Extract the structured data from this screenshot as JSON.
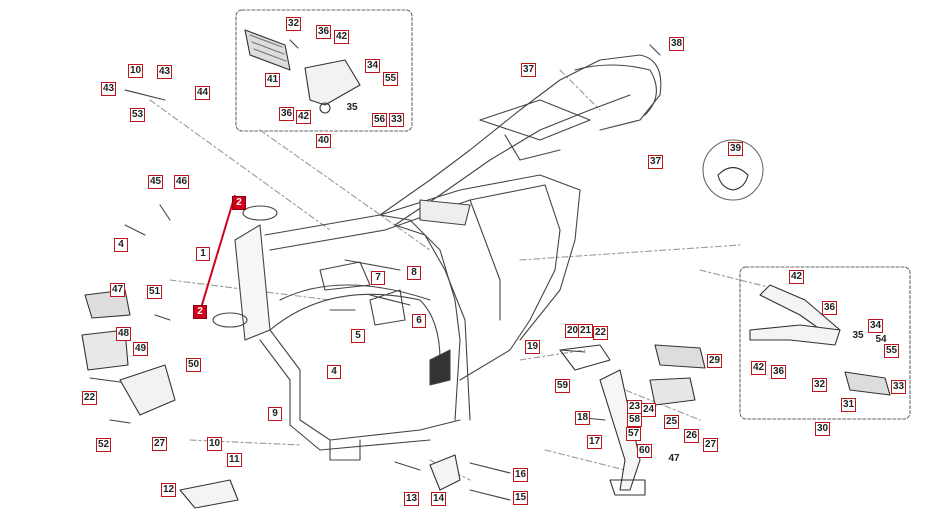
{
  "diagram": {
    "title": "",
    "callouts": [
      {
        "id": "c32a",
        "text": "32"
      },
      {
        "id": "c36a",
        "text": "36"
      },
      {
        "id": "c42a",
        "text": "42"
      },
      {
        "id": "c41",
        "text": "41"
      },
      {
        "id": "c34a",
        "text": "34"
      },
      {
        "id": "c55a",
        "text": "55"
      },
      {
        "id": "c36b",
        "text": "36"
      },
      {
        "id": "c42b",
        "text": "42"
      },
      {
        "id": "c35a",
        "text": "35"
      },
      {
        "id": "c56",
        "text": "56"
      },
      {
        "id": "c33a",
        "text": "33"
      },
      {
        "id": "c40",
        "text": "40"
      },
      {
        "id": "c10a",
        "text": "10"
      },
      {
        "id": "c43a",
        "text": "43"
      },
      {
        "id": "c43b",
        "text": "43"
      },
      {
        "id": "c44",
        "text": "44"
      },
      {
        "id": "c53",
        "text": "53"
      },
      {
        "id": "c37a",
        "text": "37"
      },
      {
        "id": "c38",
        "text": "38"
      },
      {
        "id": "c37b",
        "text": "37"
      },
      {
        "id": "c39",
        "text": "39"
      },
      {
        "id": "c45",
        "text": "45"
      },
      {
        "id": "c46",
        "text": "46"
      },
      {
        "id": "c2a",
        "text": "2"
      },
      {
        "id": "c4a",
        "text": "4"
      },
      {
        "id": "c1",
        "text": "1"
      },
      {
        "id": "c7",
        "text": "7"
      },
      {
        "id": "c8",
        "text": "8"
      },
      {
        "id": "c47a",
        "text": "47"
      },
      {
        "id": "c51",
        "text": "51"
      },
      {
        "id": "c2b",
        "text": "2"
      },
      {
        "id": "c48",
        "text": "48"
      },
      {
        "id": "c49",
        "text": "49"
      },
      {
        "id": "c5",
        "text": "5"
      },
      {
        "id": "c6",
        "text": "6"
      },
      {
        "id": "c4b",
        "text": "4"
      },
      {
        "id": "c50",
        "text": "50"
      },
      {
        "id": "c22a",
        "text": "22"
      },
      {
        "id": "c9",
        "text": "9"
      },
      {
        "id": "c52",
        "text": "52"
      },
      {
        "id": "c27a",
        "text": "27"
      },
      {
        "id": "c10b",
        "text": "10"
      },
      {
        "id": "c11",
        "text": "11"
      },
      {
        "id": "c12",
        "text": "12"
      },
      {
        "id": "c13",
        "text": "13"
      },
      {
        "id": "c14",
        "text": "14"
      },
      {
        "id": "c16",
        "text": "16"
      },
      {
        "id": "c15",
        "text": "15"
      },
      {
        "id": "c20",
        "text": "20"
      },
      {
        "id": "c21",
        "text": "21"
      },
      {
        "id": "c22b",
        "text": "22"
      },
      {
        "id": "c19",
        "text": "19"
      },
      {
        "id": "c59",
        "text": "59"
      },
      {
        "id": "c29",
        "text": "29"
      },
      {
        "id": "c18",
        "text": "18"
      },
      {
        "id": "c23",
        "text": "23"
      },
      {
        "id": "c58",
        "text": "58"
      },
      {
        "id": "c24",
        "text": "24"
      },
      {
        "id": "c25",
        "text": "25"
      },
      {
        "id": "c26",
        "text": "26"
      },
      {
        "id": "c27b",
        "text": "27"
      },
      {
        "id": "c17",
        "text": "17"
      },
      {
        "id": "c57",
        "text": "57"
      },
      {
        "id": "c60",
        "text": "60"
      },
      {
        "id": "c47b",
        "text": "47"
      },
      {
        "id": "c42c",
        "text": "42"
      },
      {
        "id": "c36c",
        "text": "36"
      },
      {
        "id": "c34b",
        "text": "34"
      },
      {
        "id": "c35b",
        "text": "35"
      },
      {
        "id": "c54",
        "text": "54"
      },
      {
        "id": "c55b",
        "text": "55"
      },
      {
        "id": "c42d",
        "text": "42"
      },
      {
        "id": "c36d",
        "text": "36"
      },
      {
        "id": "c32b",
        "text": "32"
      },
      {
        "id": "c31",
        "text": "31"
      },
      {
        "id": "c33b",
        "text": "33"
      },
      {
        "id": "c30",
        "text": "30"
      }
    ],
    "colors": {
      "callout_border": "#c0141c",
      "callout_highlight": "#d0021b",
      "line": "#555555",
      "leader": "#888888"
    }
  }
}
